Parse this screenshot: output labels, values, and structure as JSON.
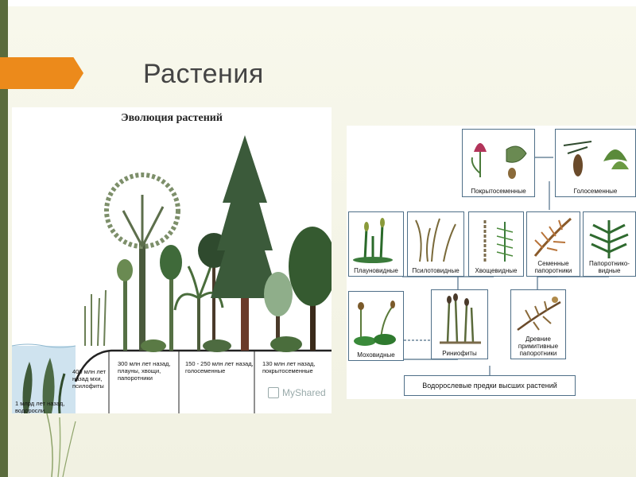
{
  "slide": {
    "title": "Растения",
    "accent_color": "#ec8a1b",
    "bar_color": "#5a6b3c"
  },
  "evolution": {
    "title": "Эволюция растений",
    "eras": [
      {
        "label": "1 млрд лет назад, водоросли"
      },
      {
        "label": "400 млн лет назад мхи, псилофиты"
      },
      {
        "label": "300 млн лет назад, плауны, хвощи, папоротники"
      },
      {
        "label": "150 - 250 млн лет назад, голосеменные"
      },
      {
        "label": "130 млн лет назад, покрытосеменные"
      }
    ],
    "watermark": "MyShared"
  },
  "phylo": {
    "boxes": {
      "angiosperms": "Покрытосеменные",
      "gymnosperms": "Голосеменные",
      "lycopsids": "Плауновидные",
      "psilotopsids": "Псилотовидные",
      "horsetails": "Хвощевидные",
      "seed_ferns": "Семенные папоротники",
      "ferns": "Папоротнико-видные",
      "bryophytes": "Моховидные",
      "rhyniophytes": "Риниофиты",
      "ancient_ferns": "Древние примитивные папоротники"
    },
    "root": "Водорослевые предки высших растений"
  }
}
